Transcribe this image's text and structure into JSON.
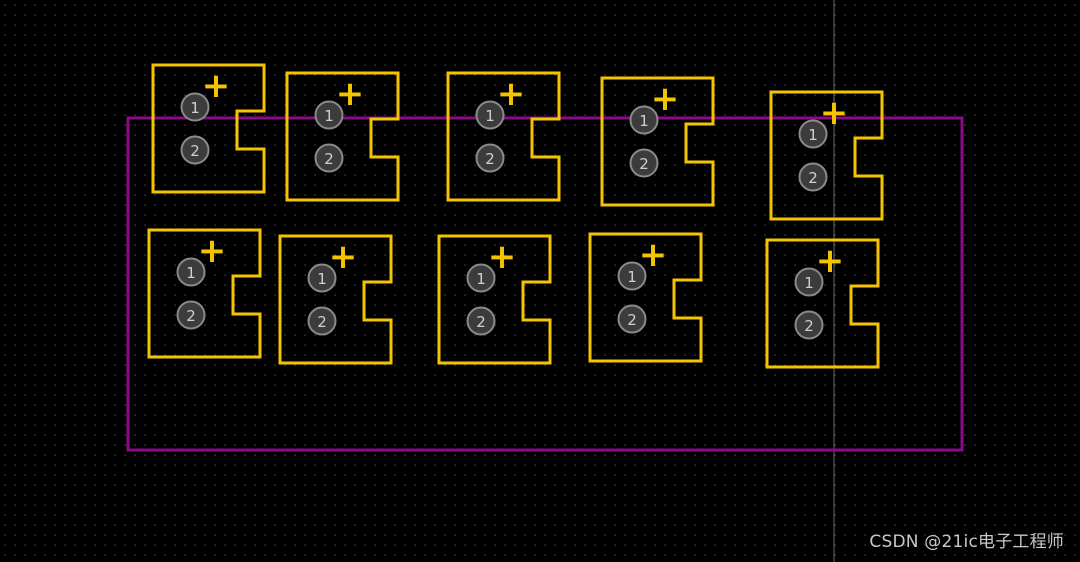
{
  "colors": {
    "background": "#000000",
    "grid_dot": "#5a5a5a",
    "silkscreen": "#f5c400",
    "board_outline": "#8a0a8a",
    "cursor_line": "#6a6a6a",
    "pad_fill": "#3c3c3c",
    "pad_ring": "#8a8a8a",
    "pad_text": "#d0d0d0",
    "watermark": "#c8c8c8"
  },
  "components": {
    "count": 10,
    "polarity_mark": "+",
    "pin_labels": [
      "1",
      "2"
    ]
  },
  "watermark": {
    "text": "CSDN @21ic电子工程师"
  }
}
